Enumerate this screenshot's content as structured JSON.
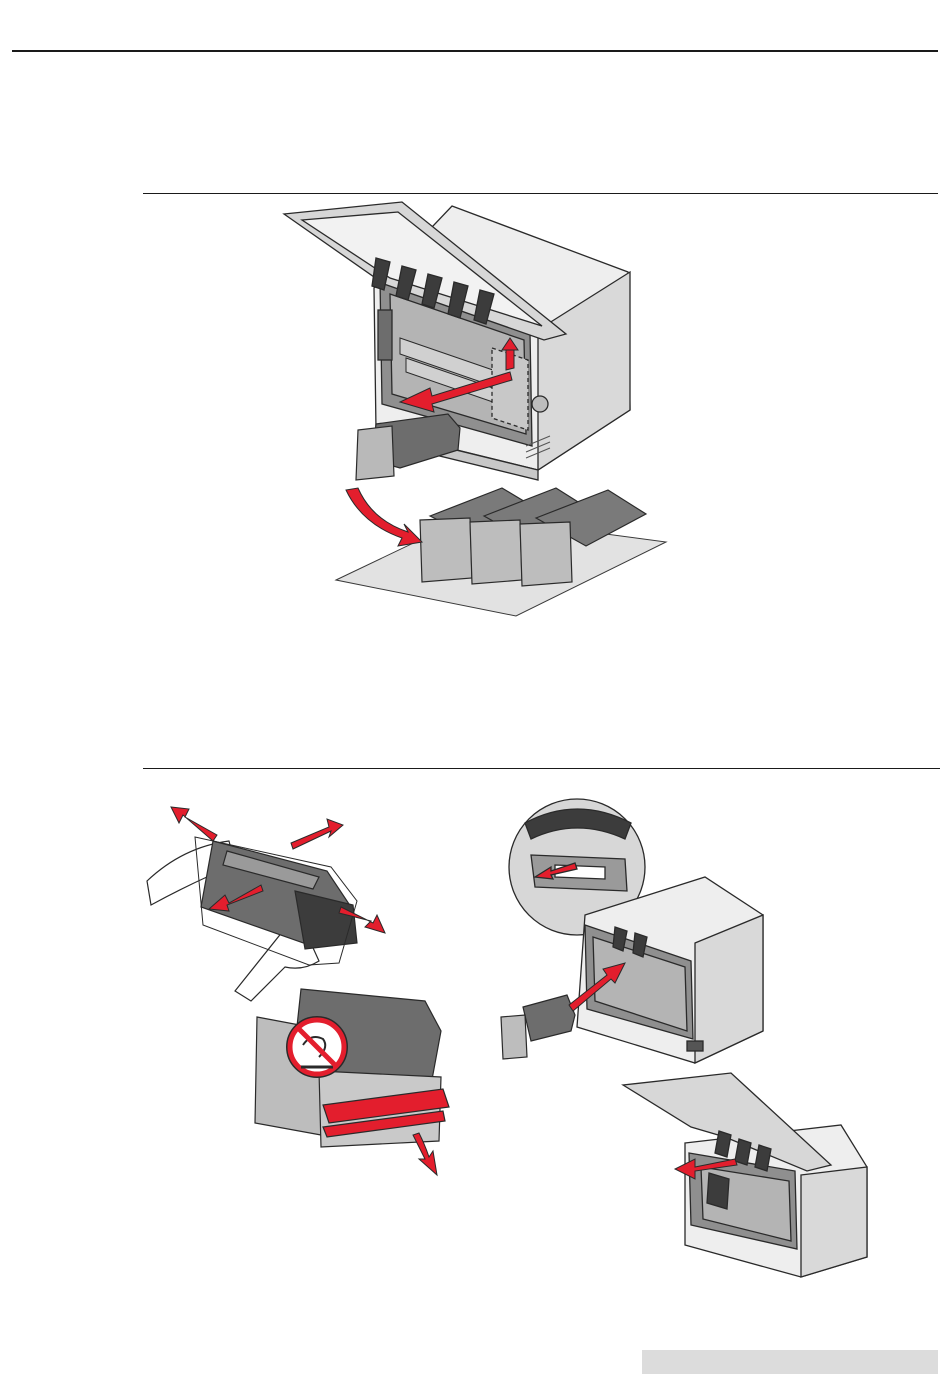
{
  "colors": {
    "accent_red": "#e31e2d",
    "gray_light": "#e2e2e2",
    "gray_mid": "#b9b9b9",
    "gray_dark": "#6d6d6d",
    "outline": "#2a2a2a",
    "footer_bar": "#dcdcdc"
  },
  "illustrations": [
    {
      "name": "remove-photoconductor-illustration",
      "icon": "printer-open-icon"
    },
    {
      "name": "unpack-photoconductor-illustration",
      "icon": "photoconductor-icon"
    },
    {
      "name": "do-not-touch-symbol",
      "icon": "no-touch-icon"
    },
    {
      "name": "insert-photoconductor-illustration",
      "icon": "printer-open-icon"
    }
  ]
}
